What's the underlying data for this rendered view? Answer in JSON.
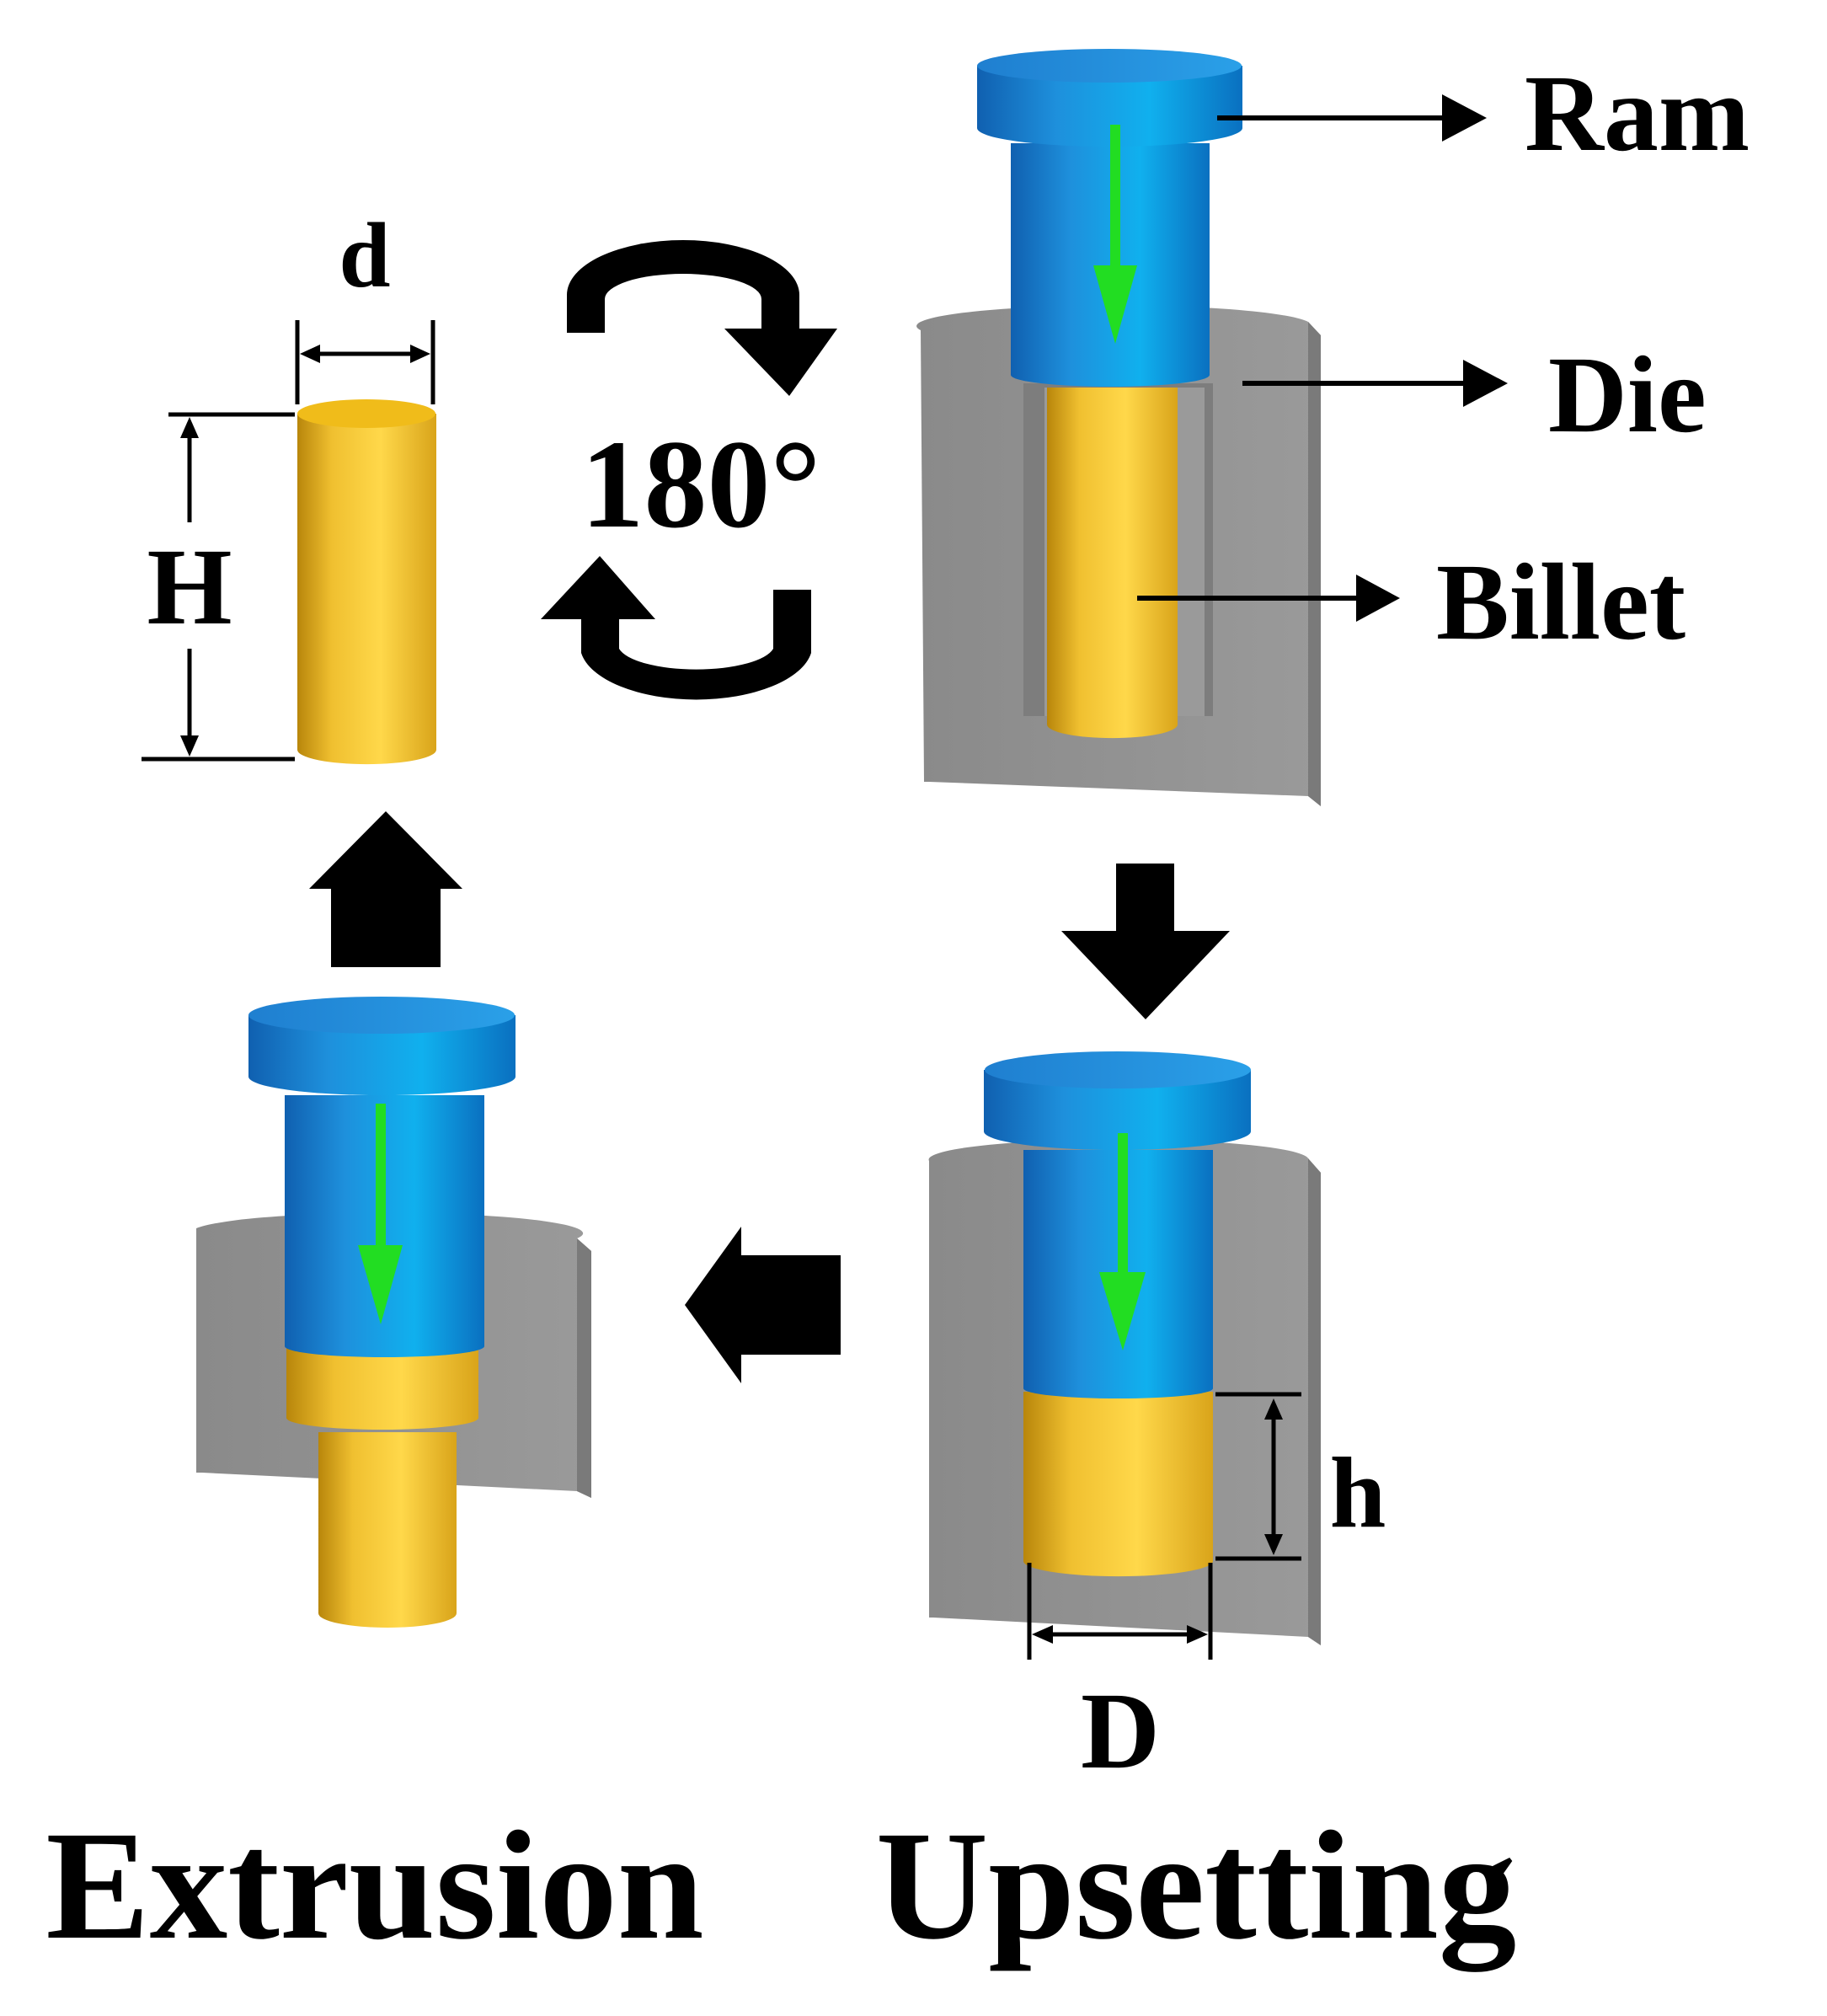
{
  "labels": {
    "ram": "Ram",
    "die": "Die",
    "billet": "Billet",
    "d": "d",
    "H": "H",
    "h": "h",
    "D": "D",
    "rotation": "180°",
    "extrusion": "Extrusion",
    "upsetting": "Upsetting"
  },
  "colors": {
    "ram": "#1e90dc",
    "billet": "#f2c23a",
    "die": "#8c8c8c",
    "motion_arrow": "#22dd22",
    "flow_arrow": "#000000"
  }
}
